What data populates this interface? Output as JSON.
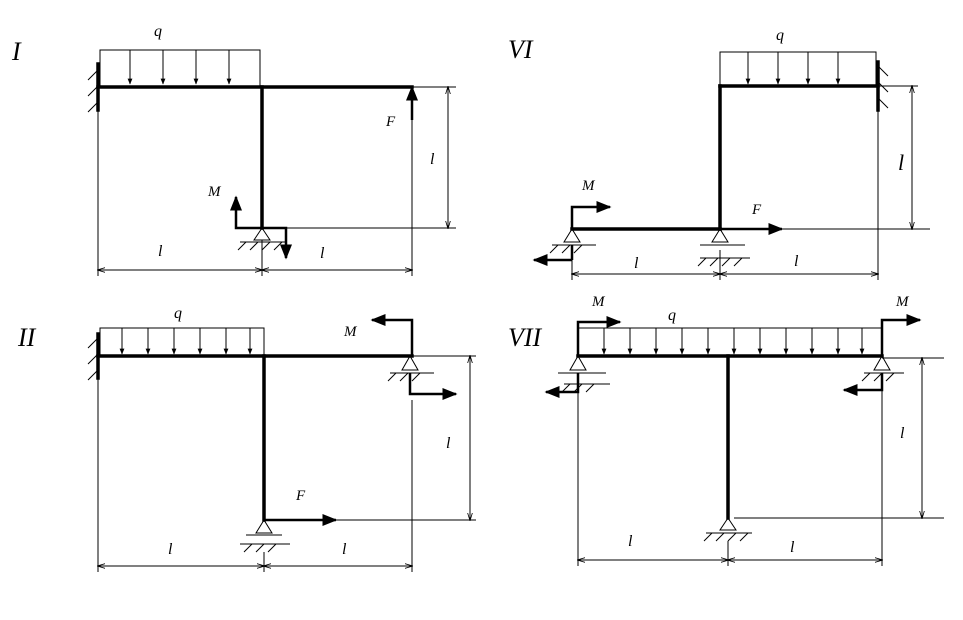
{
  "diagrams": [
    {
      "id": "I",
      "label": "I",
      "q": "q",
      "F": "F",
      "M": "M",
      "l_top": "l",
      "l_left": "l",
      "l_right": "l"
    },
    {
      "id": "VI",
      "label": "VI",
      "q": "q",
      "F": "F",
      "M": "M",
      "l_top": "l",
      "l_left": "l",
      "l_right": "l"
    },
    {
      "id": "II",
      "label": "II",
      "q": "q",
      "F": "F",
      "M": "M",
      "l_top": "l",
      "l_left": "l",
      "l_right": "l"
    },
    {
      "id": "VII",
      "label": "VII",
      "q": "q",
      "M_left": "M",
      "M_right": "M",
      "l_top": "l",
      "l_left": "l",
      "l_right": "l"
    }
  ]
}
